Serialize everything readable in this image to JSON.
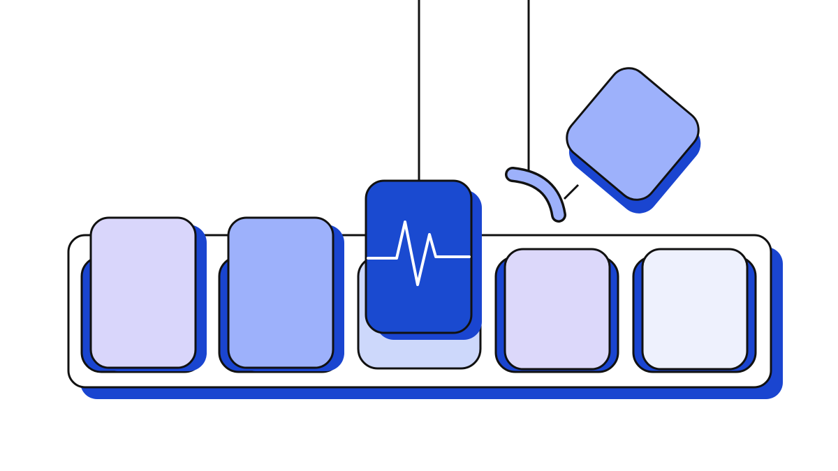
{
  "colors": {
    "background": "#ffffff",
    "outline": "#111111",
    "shadow": "#1a45d0",
    "tray_fill": "#ffffff",
    "key_lavender": "#d9d6fb",
    "key_periwinkle": "#9db1fb",
    "key_active": "#1a4ad0",
    "key_active_socket": "#cdd8fb",
    "key_light_lavender": "#dcd8fa",
    "key_pale": "#eef1fd",
    "floating_key": "#9db1fb",
    "hook": "#9db1fb",
    "pulse_line": "#ffffff"
  },
  "keys": [
    {
      "name": "key-1",
      "color": "key_lavender",
      "state": "raised"
    },
    {
      "name": "key-2",
      "color": "key_periwinkle",
      "state": "raised"
    },
    {
      "name": "key-3",
      "color": "key_active",
      "state": "lifted",
      "icon": "heartbeat-pulse-icon"
    },
    {
      "name": "key-4",
      "color": "key_light_lavender",
      "state": "seated"
    },
    {
      "name": "key-5",
      "color": "key_pale",
      "state": "seated"
    }
  ],
  "floating_key": {
    "icon": "none",
    "state": "detached-tilted"
  },
  "icons": [
    "heartbeat-pulse-icon",
    "hook-icon",
    "hanging-wire"
  ]
}
